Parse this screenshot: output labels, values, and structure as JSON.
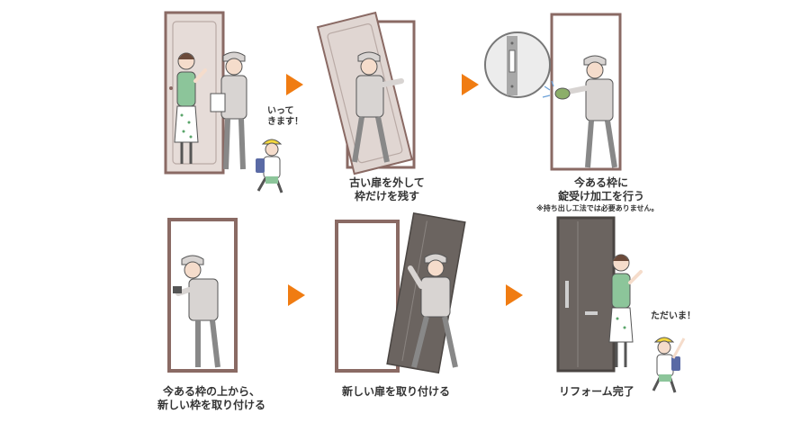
{
  "steps": [
    {
      "caption_lines": [],
      "speech": [
        "いって",
        "きます！"
      ]
    },
    {
      "caption_lines": [
        "古い扉を外して",
        "枠だけを残す"
      ]
    },
    {
      "caption_lines": [
        "今ある枠に",
        "錠受け加工を行う"
      ],
      "note": "※持ち出し工法では必要ありません。"
    },
    {
      "caption_lines": [
        "今ある枠の上から、",
        "新しい枠を取り付ける"
      ]
    },
    {
      "caption_lines": [
        "新しい扉を取り付ける"
      ]
    },
    {
      "caption_lines": [
        "リフォーム完了"
      ],
      "speech": [
        "ただいま！"
      ]
    }
  ],
  "colors": {
    "arrow": "#f07c12",
    "frame": "#8a6a64",
    "old_door": "#e0d6d2",
    "new_door": "#6b6460",
    "worker_uniform": "#d8d4d2",
    "skin": "#f5dccb",
    "mother_cardigan": "#8cc59a",
    "child_hat": "#f5d83c"
  }
}
